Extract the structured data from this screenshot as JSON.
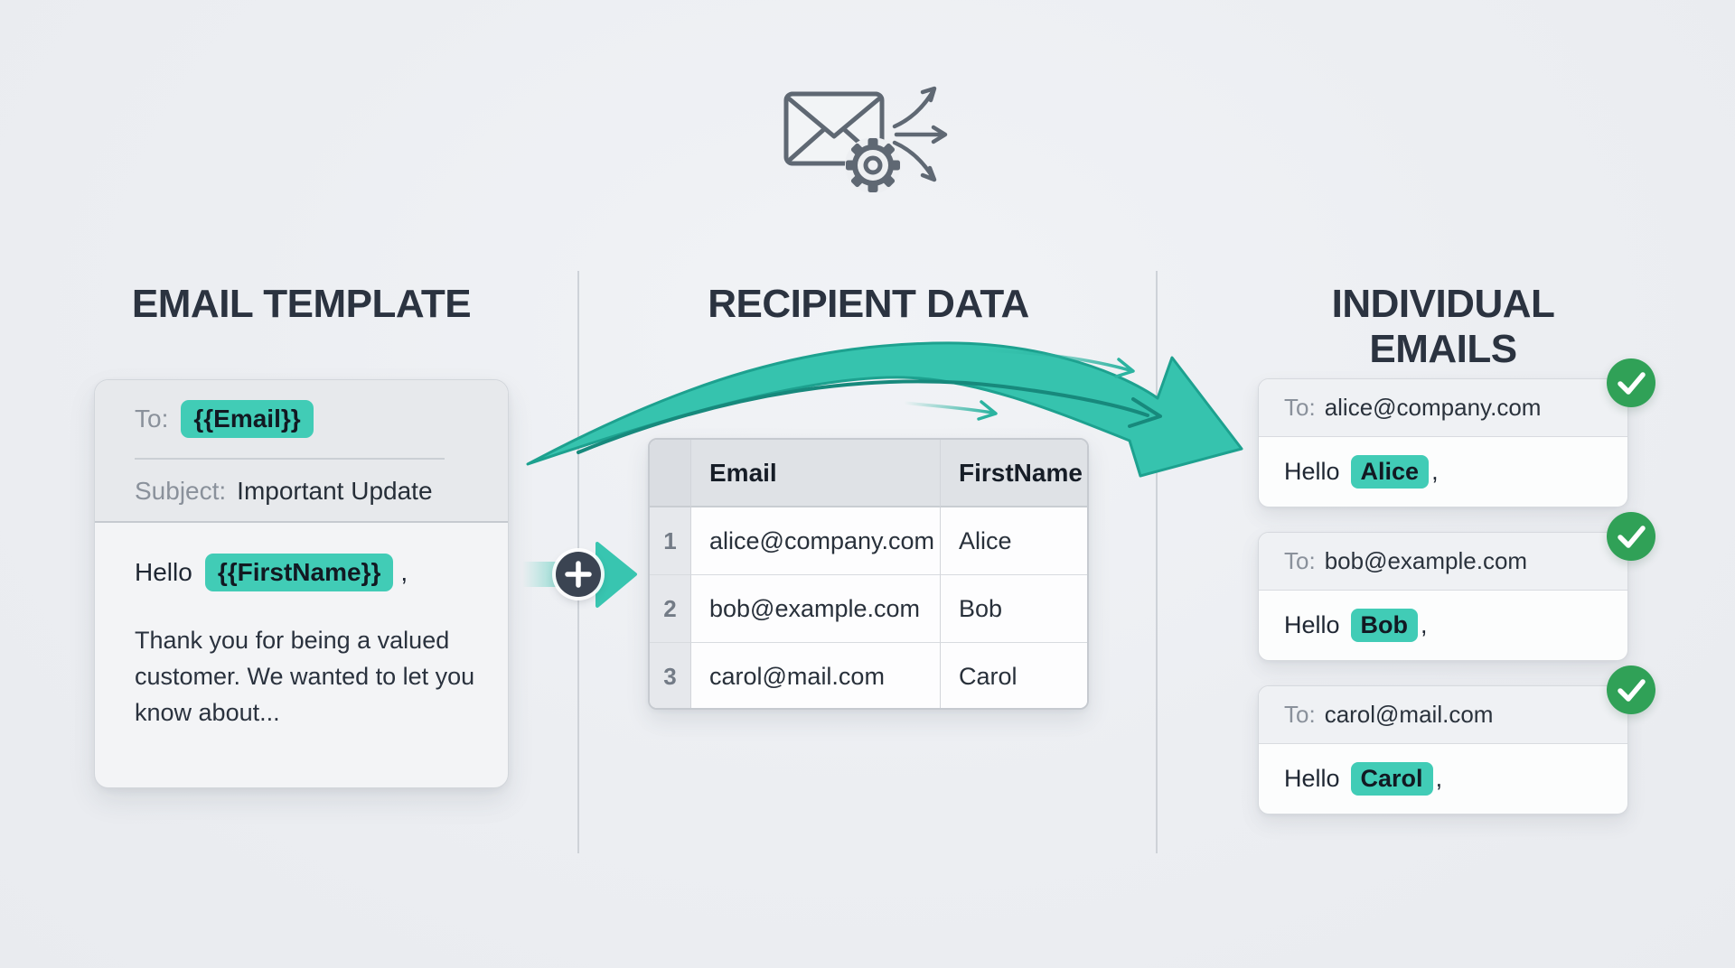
{
  "colors": {
    "background": "#edeff2",
    "teal_highlight": "#41ccb6",
    "teal_arrow": "#36c3ae",
    "green_check": "#30a157",
    "slate_circle": "#3b4452",
    "dark_text": "#2b3340",
    "gray_label": "#8a919b"
  },
  "icons": {
    "top": "mail-merge-icon",
    "connector": "plus-icon",
    "status": "check-icon"
  },
  "columns": {
    "template": {
      "title": "EMAIL TEMPLATE",
      "card": {
        "to_label": "To:",
        "to_chip": "{{Email}}",
        "subject_label": "Subject:",
        "subject_value": "Important Update",
        "greeting_prefix": "Hello",
        "greeting_chip": "{{FirstName}}",
        "greeting_suffix": ",",
        "body": "Thank you for being a valued customer. We wanted to let you know about..."
      }
    },
    "recipients": {
      "title": "RECIPIENT DATA",
      "table": {
        "headers": {
          "email": "Email",
          "first_name": "FirstName"
        },
        "rows": [
          {
            "num": "1",
            "email": "alice@company.com",
            "first_name": "Alice"
          },
          {
            "num": "2",
            "email": "bob@example.com",
            "first_name": "Bob"
          },
          {
            "num": "3",
            "email": "carol@mail.com",
            "first_name": "Carol"
          }
        ]
      }
    },
    "individual": {
      "title": "INDIVIDUAL EMAILS",
      "emails": [
        {
          "to_label": "To:",
          "to_value": "alice@company.com",
          "greeting_prefix": "Hello",
          "name": "Alice",
          "greeting_suffix": ","
        },
        {
          "to_label": "To:",
          "to_value": "bob@example.com",
          "greeting_prefix": "Hello",
          "name": "Bob",
          "greeting_suffix": ","
        },
        {
          "to_label": "To:",
          "to_value": "carol@mail.com",
          "greeting_prefix": "Hello",
          "name": "Carol",
          "greeting_suffix": ","
        }
      ]
    }
  }
}
